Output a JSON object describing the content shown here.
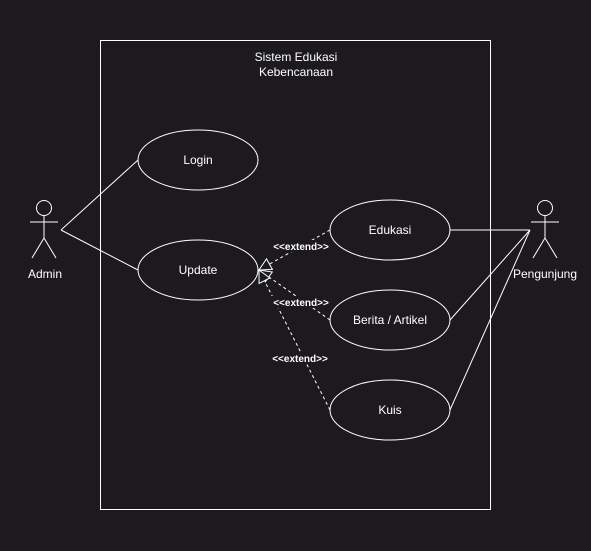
{
  "system": {
    "title_line1": "Sistem Edukasi",
    "title_line2": "Kebencanaan"
  },
  "actors": {
    "admin": "Admin",
    "visitor": "Pengunjung"
  },
  "use_cases": {
    "login": "Login",
    "update": "Update",
    "edukasi": "Edukasi",
    "berita": "Berita / Artikel",
    "kuis": "Kuis"
  },
  "relations": {
    "extend_1": "<<extend>>",
    "extend_2": "<<extend>>",
    "extend_3": "<<extend>>"
  },
  "colors": {
    "background": "#1c1a1f",
    "stroke": "#ffffff"
  }
}
